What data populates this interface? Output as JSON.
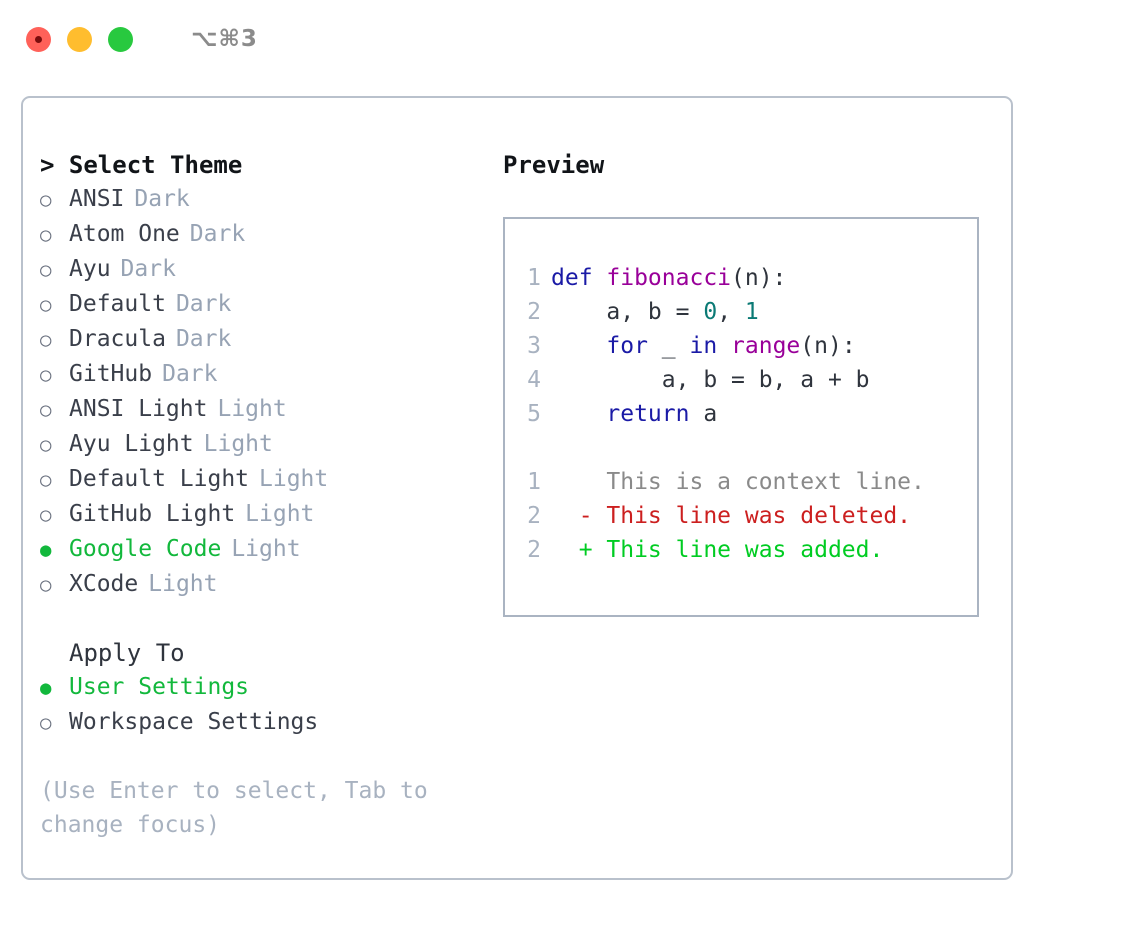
{
  "titlebar": {
    "shortcut": "⌥⌘3",
    "lights": [
      "close",
      "minimize",
      "zoom"
    ]
  },
  "theme_list": {
    "header": "> Select Theme",
    "items": [
      {
        "marker": "○",
        "selected": false,
        "label": "ANSI",
        "variant": "Dark"
      },
      {
        "marker": "○",
        "selected": false,
        "label": "Atom One",
        "variant": "Dark"
      },
      {
        "marker": "○",
        "selected": false,
        "label": "Ayu",
        "variant": "Dark"
      },
      {
        "marker": "○",
        "selected": false,
        "label": "Default",
        "variant": "Dark"
      },
      {
        "marker": "○",
        "selected": false,
        "label": "Dracula",
        "variant": "Dark"
      },
      {
        "marker": "○",
        "selected": false,
        "label": "GitHub",
        "variant": "Dark"
      },
      {
        "marker": "○",
        "selected": false,
        "label": "ANSI Light",
        "variant": "Light"
      },
      {
        "marker": "○",
        "selected": false,
        "label": "Ayu Light",
        "variant": "Light"
      },
      {
        "marker": "○",
        "selected": false,
        "label": "Default Light",
        "variant": "Light"
      },
      {
        "marker": "○",
        "selected": false,
        "label": "GitHub Light",
        "variant": "Light"
      },
      {
        "marker": "●",
        "selected": true,
        "label": "Google Code",
        "variant": "Light"
      },
      {
        "marker": "○",
        "selected": false,
        "label": "XCode",
        "variant": "Light"
      }
    ]
  },
  "apply_to": {
    "header": "Apply To",
    "items": [
      {
        "marker": "●",
        "selected": true,
        "label": "User Settings",
        "variant": ""
      },
      {
        "marker": "○",
        "selected": false,
        "label": "Workspace Settings",
        "variant": ""
      }
    ]
  },
  "hint": "(Use Enter to select, Tab to change focus)",
  "preview": {
    "title": "Preview",
    "code_lines": [
      {
        "num": "1",
        "indent": "",
        "tokens": [
          {
            "t": "def ",
            "c": "tk-kw"
          },
          {
            "t": "fibonacci",
            "c": "tk-fn"
          },
          {
            "t": "(n):",
            "c": "tk-pl"
          }
        ]
      },
      {
        "num": "2",
        "indent": "    ",
        "tokens": [
          {
            "t": "a, b = ",
            "c": "tk-pl"
          },
          {
            "t": "0",
            "c": "tk-num"
          },
          {
            "t": ", ",
            "c": "tk-pl"
          },
          {
            "t": "1",
            "c": "tk-num"
          }
        ]
      },
      {
        "num": "3",
        "indent": "    ",
        "tokens": [
          {
            "t": "for ",
            "c": "tk-kw"
          },
          {
            "t": "_ ",
            "c": "tk-pl"
          },
          {
            "t": "in ",
            "c": "tk-kw"
          },
          {
            "t": "range",
            "c": "tk-fn"
          },
          {
            "t": "(n):",
            "c": "tk-pl"
          }
        ]
      },
      {
        "num": "4",
        "indent": "        ",
        "tokens": [
          {
            "t": "a, b = b, a + b",
            "c": "tk-pl"
          }
        ]
      },
      {
        "num": "5",
        "indent": "    ",
        "tokens": [
          {
            "t": "return ",
            "c": "tk-kw"
          },
          {
            "t": "a",
            "c": "tk-pl"
          }
        ]
      }
    ],
    "diff_lines": [
      {
        "num": "1",
        "sign": "  ",
        "text": "This is a context line.",
        "c": "tk-ctx"
      },
      {
        "num": "2",
        "sign": "- ",
        "text": "This line was deleted.",
        "c": "tk-del"
      },
      {
        "num": "2",
        "sign": "+ ",
        "text": "This line was added.",
        "c": "tk-add"
      }
    ]
  },
  "colors": {
    "accent_green": "#12b83c",
    "added_green": "#00cc22",
    "deleted_red": "#cc1f1f",
    "keyword_blue": "#1a1aa6",
    "function_purple": "#990099",
    "number_teal": "#0b7a75",
    "muted": "#97a3b4",
    "border": "#b9c1cc"
  }
}
